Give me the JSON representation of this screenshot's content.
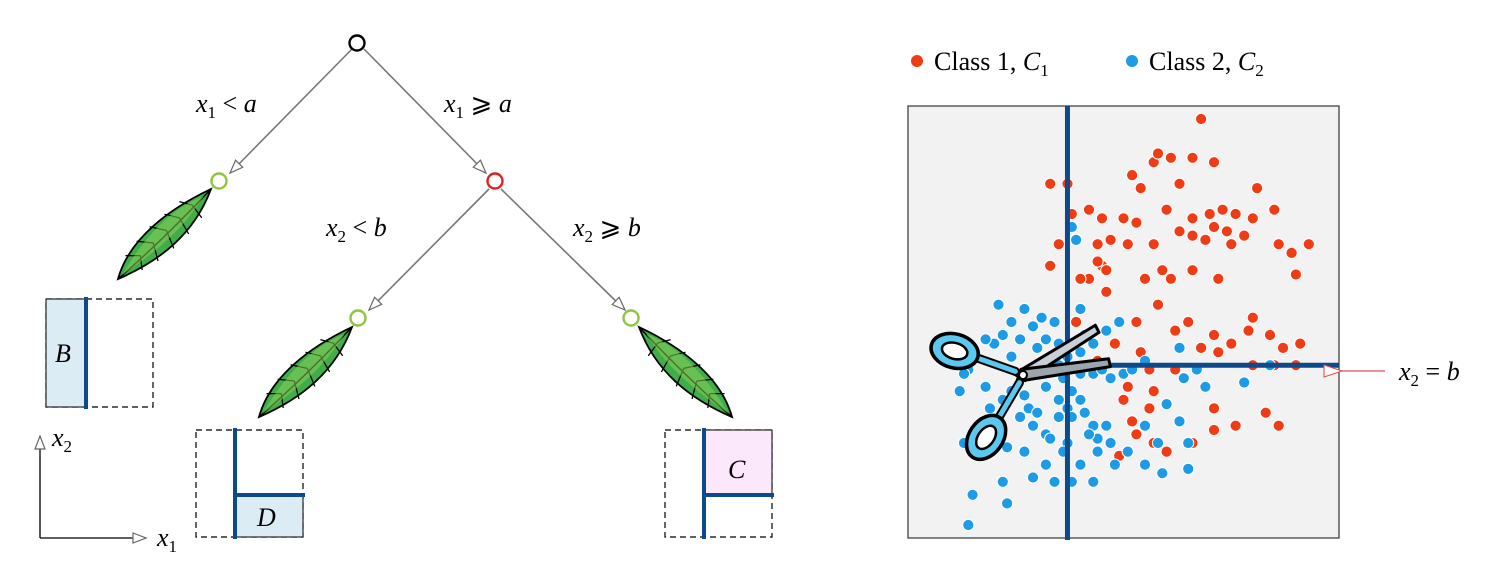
{
  "tree": {
    "split1_left": {
      "var": "x",
      "sub": "1",
      "op": " < ",
      "val": "a"
    },
    "split1_right": {
      "var": "x",
      "sub": "1",
      "op": " ⩾ ",
      "val": "a"
    },
    "split2_left": {
      "var": "x",
      "sub": "2",
      "op": " < ",
      "val": "b"
    },
    "split2_right": {
      "var": "x",
      "sub": "2",
      "op": " ⩾ ",
      "val": "b"
    }
  },
  "regions": {
    "B": "B",
    "D": "D",
    "C": "C"
  },
  "axes": {
    "y": "x",
    "y_sub": "2",
    "x": "x",
    "x_sub": "1"
  },
  "legend": {
    "c1": {
      "text": "Class 1, ",
      "sym": "C",
      "sub": "1",
      "color": "#f03c14"
    },
    "c2": {
      "text": "Class 2, ",
      "sym": "C",
      "sub": "2",
      "color": "#1e9be6"
    }
  },
  "cut_label": {
    "var": "x",
    "sub": "2",
    "rest": " = ",
    "val": "b"
  },
  "colors": {
    "root_node": "#000000",
    "split_node": "#e02020",
    "leaf_node": "#8cc63f",
    "region_blue": "#dcecf4",
    "region_pink": "#fbe8fb",
    "cut_line": "#0d4a8c",
    "plot_bg": "#f2f2f2",
    "leaf_fill": "#3fae49",
    "scissors": "#5bc8f0"
  },
  "chart_data": {
    "type": "scatter",
    "xlim": [
      0,
      1
    ],
    "ylim": [
      0,
      1
    ],
    "series": [
      {
        "name": "Class 1, C1",
        "color": "#f03c14",
        "points": [
          [
            0.68,
            0.97
          ],
          [
            0.52,
            0.84
          ],
          [
            0.33,
            0.82
          ],
          [
            0.37,
            0.82
          ],
          [
            0.57,
            0.87
          ],
          [
            0.61,
            0.88
          ],
          [
            0.66,
            0.88
          ],
          [
            0.71,
            0.87
          ],
          [
            0.58,
            0.89
          ],
          [
            0.63,
            0.82
          ],
          [
            0.54,
            0.81
          ],
          [
            0.81,
            0.81
          ],
          [
            0.42,
            0.76
          ],
          [
            0.38,
            0.75
          ],
          [
            0.45,
            0.74
          ],
          [
            0.5,
            0.74
          ],
          [
            0.53,
            0.73
          ],
          [
            0.6,
            0.76
          ],
          [
            0.66,
            0.74
          ],
          [
            0.7,
            0.75
          ],
          [
            0.73,
            0.76
          ],
          [
            0.76,
            0.75
          ],
          [
            0.8,
            0.74
          ],
          [
            0.85,
            0.76
          ],
          [
            0.63,
            0.71
          ],
          [
            0.66,
            0.7
          ],
          [
            0.71,
            0.72
          ],
          [
            0.74,
            0.71
          ],
          [
            0.69,
            0.69
          ],
          [
            0.78,
            0.7
          ],
          [
            0.35,
            0.68
          ],
          [
            0.44,
            0.68
          ],
          [
            0.47,
            0.69
          ],
          [
            0.51,
            0.68
          ],
          [
            0.57,
            0.68
          ],
          [
            0.75,
            0.68
          ],
          [
            0.86,
            0.68
          ],
          [
            0.93,
            0.68
          ],
          [
            0.89,
            0.66
          ],
          [
            0.33,
            0.63
          ],
          [
            0.45,
            0.63
          ],
          [
            0.46,
            0.62
          ],
          [
            0.44,
            0.64
          ],
          [
            0.59,
            0.62
          ],
          [
            0.66,
            0.62
          ],
          [
            0.9,
            0.61
          ],
          [
            0.42,
            0.6
          ],
          [
            0.55,
            0.6
          ],
          [
            0.61,
            0.6
          ],
          [
            0.72,
            0.6
          ],
          [
            0.58,
            0.54
          ],
          [
            0.39,
            0.5
          ],
          [
            0.53,
            0.5
          ],
          [
            0.65,
            0.5
          ],
          [
            0.8,
            0.51
          ],
          [
            0.37,
            0.44
          ],
          [
            0.62,
            0.48
          ],
          [
            0.71,
            0.47
          ],
          [
            0.75,
            0.45
          ],
          [
            0.79,
            0.48
          ],
          [
            0.84,
            0.47
          ],
          [
            0.87,
            0.44
          ],
          [
            0.91,
            0.45
          ],
          [
            0.72,
            0.43
          ],
          [
            0.68,
            0.44
          ],
          [
            0.48,
            0.45
          ],
          [
            0.44,
            0.41
          ],
          [
            0.54,
            0.43
          ],
          [
            0.56,
            0.39
          ],
          [
            0.62,
            0.39
          ],
          [
            0.51,
            0.35
          ],
          [
            0.9,
            0.4
          ],
          [
            0.85,
            0.4
          ],
          [
            0.8,
            0.4
          ],
          [
            0.57,
            0.34
          ],
          [
            0.5,
            0.32
          ],
          [
            0.56,
            0.3
          ],
          [
            0.71,
            0.3
          ],
          [
            0.53,
            0.24
          ],
          [
            0.57,
            0.22
          ],
          [
            0.6,
            0.2
          ],
          [
            0.66,
            0.22
          ],
          [
            0.71,
            0.25
          ],
          [
            0.76,
            0.26
          ],
          [
            0.83,
            0.29
          ],
          [
            0.86,
            0.26
          ],
          [
            0.49,
            0.19
          ],
          [
            0.52,
            0.27
          ],
          [
            0.4,
            0.6
          ],
          [
            0.46,
            0.57
          ],
          [
            0.36,
            0.39
          ]
        ]
      },
      {
        "name": "Class 2, C2",
        "color": "#1e9be6",
        "points": [
          [
            0.38,
            0.72
          ],
          [
            0.39,
            0.69
          ],
          [
            0.34,
            0.5
          ],
          [
            0.4,
            0.53
          ],
          [
            0.21,
            0.54
          ],
          [
            0.31,
            0.51
          ],
          [
            0.29,
            0.49
          ],
          [
            0.27,
            0.53
          ],
          [
            0.24,
            0.5
          ],
          [
            0.22,
            0.47
          ],
          [
            0.2,
            0.45
          ],
          [
            0.26,
            0.46
          ],
          [
            0.3,
            0.44
          ],
          [
            0.15,
            0.44
          ],
          [
            0.18,
            0.46
          ],
          [
            0.14,
            0.39
          ],
          [
            0.24,
            0.42
          ],
          [
            0.32,
            0.46
          ],
          [
            0.37,
            0.44
          ],
          [
            0.46,
            0.48
          ],
          [
            0.49,
            0.5
          ],
          [
            0.43,
            0.45
          ],
          [
            0.41,
            0.47
          ],
          [
            0.4,
            0.43
          ],
          [
            0.37,
            0.42
          ],
          [
            0.35,
            0.4
          ],
          [
            0.4,
            0.38
          ],
          [
            0.43,
            0.38
          ],
          [
            0.45,
            0.39
          ],
          [
            0.47,
            0.37
          ],
          [
            0.5,
            0.38
          ],
          [
            0.52,
            0.39
          ],
          [
            0.55,
            0.41
          ],
          [
            0.63,
            0.44
          ],
          [
            0.67,
            0.39
          ],
          [
            0.78,
            0.36
          ],
          [
            0.84,
            0.4
          ],
          [
            0.13,
            0.38
          ],
          [
            0.12,
            0.34
          ],
          [
            0.18,
            0.35
          ],
          [
            0.19,
            0.3
          ],
          [
            0.22,
            0.32
          ],
          [
            0.24,
            0.34
          ],
          [
            0.27,
            0.33
          ],
          [
            0.28,
            0.3
          ],
          [
            0.3,
            0.29
          ],
          [
            0.32,
            0.35
          ],
          [
            0.35,
            0.32
          ],
          [
            0.37,
            0.3
          ],
          [
            0.38,
            0.34
          ],
          [
            0.2,
            0.25
          ],
          [
            0.26,
            0.28
          ],
          [
            0.29,
            0.26
          ],
          [
            0.32,
            0.24
          ],
          [
            0.35,
            0.28
          ],
          [
            0.38,
            0.28
          ],
          [
            0.41,
            0.29
          ],
          [
            0.43,
            0.26
          ],
          [
            0.46,
            0.26
          ],
          [
            0.44,
            0.23
          ],
          [
            0.47,
            0.22
          ],
          [
            0.51,
            0.2
          ],
          [
            0.37,
            0.22
          ],
          [
            0.32,
            0.17
          ],
          [
            0.27,
            0.2
          ],
          [
            0.23,
            0.21
          ],
          [
            0.17,
            0.22
          ],
          [
            0.13,
            0.22
          ],
          [
            0.36,
            0.2
          ],
          [
            0.4,
            0.17
          ],
          [
            0.44,
            0.2
          ],
          [
            0.42,
            0.24
          ],
          [
            0.55,
            0.26
          ],
          [
            0.58,
            0.22
          ],
          [
            0.63,
            0.27
          ],
          [
            0.65,
            0.22
          ],
          [
            0.65,
            0.16
          ],
          [
            0.59,
            0.15
          ],
          [
            0.55,
            0.17
          ],
          [
            0.48,
            0.17
          ],
          [
            0.43,
            0.13
          ],
          [
            0.38,
            0.13
          ],
          [
            0.34,
            0.13
          ],
          [
            0.29,
            0.14
          ],
          [
            0.22,
            0.13
          ],
          [
            0.23,
            0.08
          ],
          [
            0.15,
            0.1
          ],
          [
            0.14,
            0.03
          ],
          [
            0.33,
            0.23
          ],
          [
            0.35,
            0.45
          ],
          [
            0.36,
            0.37
          ],
          [
            0.4,
            0.32
          ],
          [
            0.69,
            0.35
          ],
          [
            0.64,
            0.37
          ],
          [
            0.6,
            0.31
          ]
        ]
      }
    ],
    "cuts": [
      {
        "axis": "x",
        "value": 0.37
      },
      {
        "axis": "y",
        "value": 0.4,
        "from_x": 0.37
      }
    ]
  }
}
